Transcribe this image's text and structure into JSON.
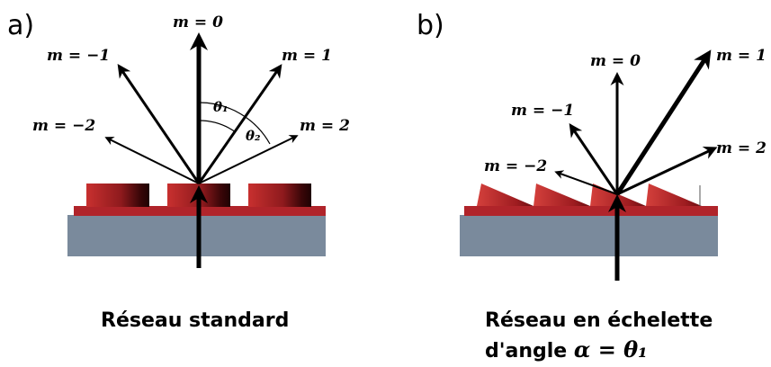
{
  "panels": {
    "a": {
      "letter": "a)",
      "caption": "Réseau standard",
      "orders": {
        "m_minus_2": "m = −2",
        "m_minus_1": "m = −1",
        "m_0": "m = 0",
        "m_1": "m = 1",
        "m_2": "m = 2"
      },
      "angles": {
        "theta1": "θ₁",
        "theta2": "θ₂"
      },
      "grating_type": "standard"
    },
    "b": {
      "letter": "b)",
      "caption_line1": "Réseau en échelette",
      "caption_line2_text": "d'angle ",
      "caption_line2_math": "α = θ₁",
      "orders": {
        "m_minus_2": "m = −2",
        "m_minus_1": "m = −1",
        "m_0": "m = 0",
        "m_1": "m = 1",
        "m_2": "m = 2"
      },
      "grating_type": "blazed"
    }
  },
  "colors": {
    "substrate": "#7a8a9c",
    "grating_red": "#b0242a",
    "grating_dark": "#5a0c10",
    "arrow": "#000000"
  }
}
